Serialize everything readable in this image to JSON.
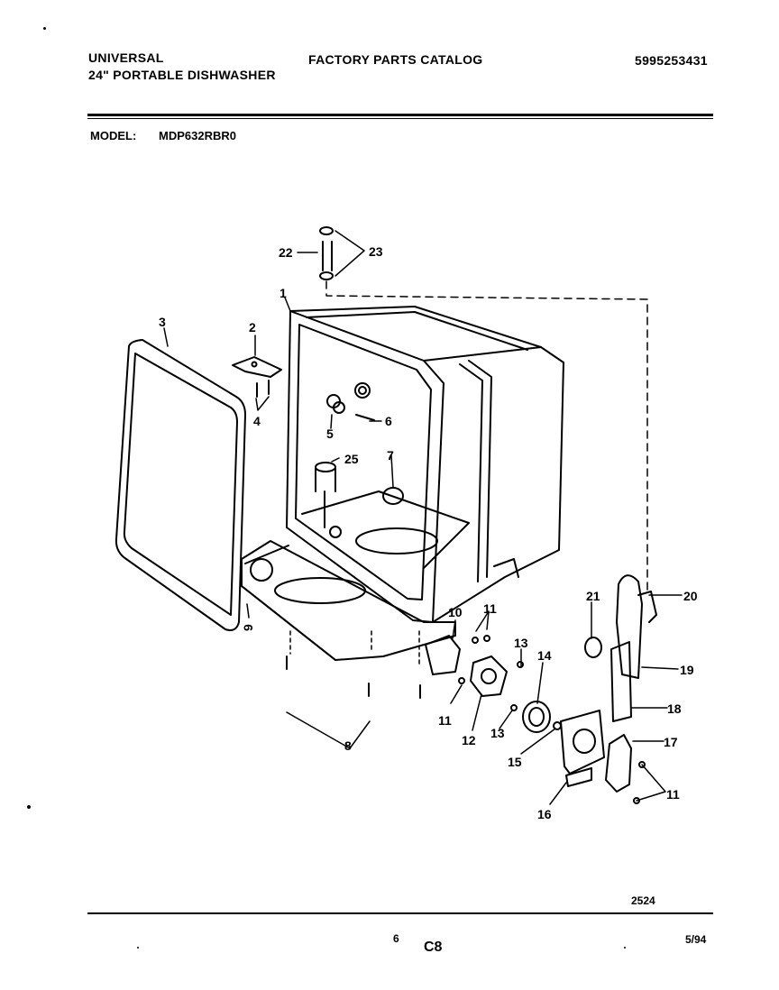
{
  "header": {
    "brand": "UNIVERSAL",
    "product": "24\" PORTABLE DISHWASHER",
    "catalog": "FACTORY PARTS CATALOG",
    "catalog_number": "5995253431",
    "model_label": "MODEL:",
    "model_value": "MDP632RBR0"
  },
  "diagram": {
    "callouts": [
      "1",
      "2",
      "3",
      "4",
      "5",
      "6",
      "7",
      "8",
      "9",
      "10",
      "11",
      "11",
      "11",
      "11",
      "12",
      "13",
      "13",
      "14",
      "15",
      "16",
      "17",
      "18",
      "19",
      "20",
      "21",
      "22",
      "23",
      "25"
    ]
  },
  "footer": {
    "drawing_number": "2524",
    "page_number": "6",
    "section_code": "C8",
    "date": "5/94"
  }
}
